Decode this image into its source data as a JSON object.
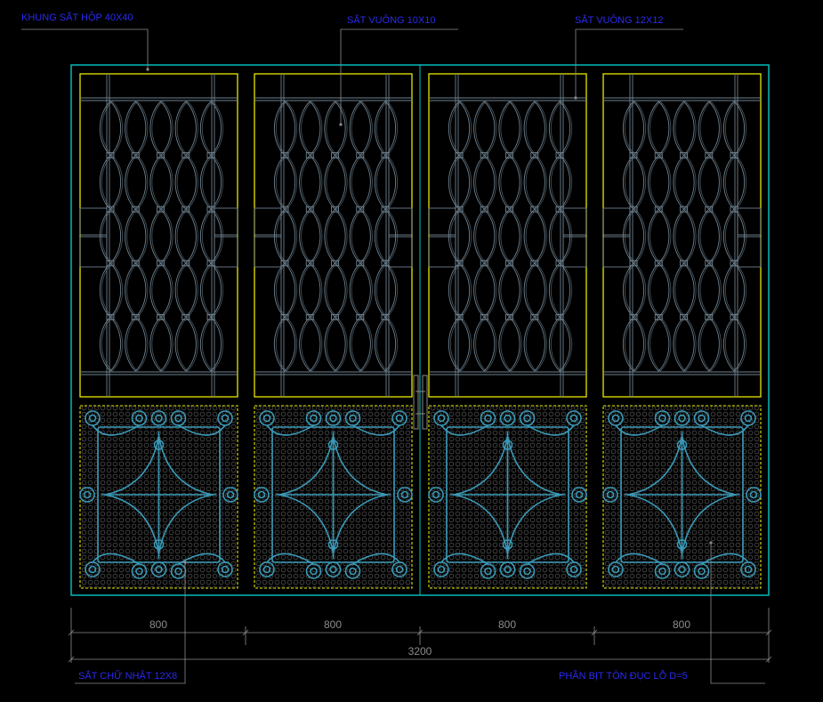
{
  "labels": {
    "frame": "KHUNG SẮT HỘP 40X40",
    "bar10": "SẮT VUÔNG 10X10",
    "bar12": "SẮT VUÔNG 12X12",
    "rect_bar": "SẮT CHỮ NHẬT 12X8",
    "perforated": "PHẦN BỊT TÔN ĐỤC LỖ D=5"
  },
  "dimensions": {
    "panels": [
      "800",
      "800",
      "800",
      "800"
    ],
    "total": "3200"
  },
  "colors": {
    "background": "#000000",
    "outer_frame": "#00c8c8",
    "panel_frame": "#e6e600",
    "ornament": "#3a9ab8",
    "lattice": "#6e8290",
    "perforation": "#555555",
    "label_text": "#2a2af0",
    "dimension": "#8c8c8c"
  }
}
